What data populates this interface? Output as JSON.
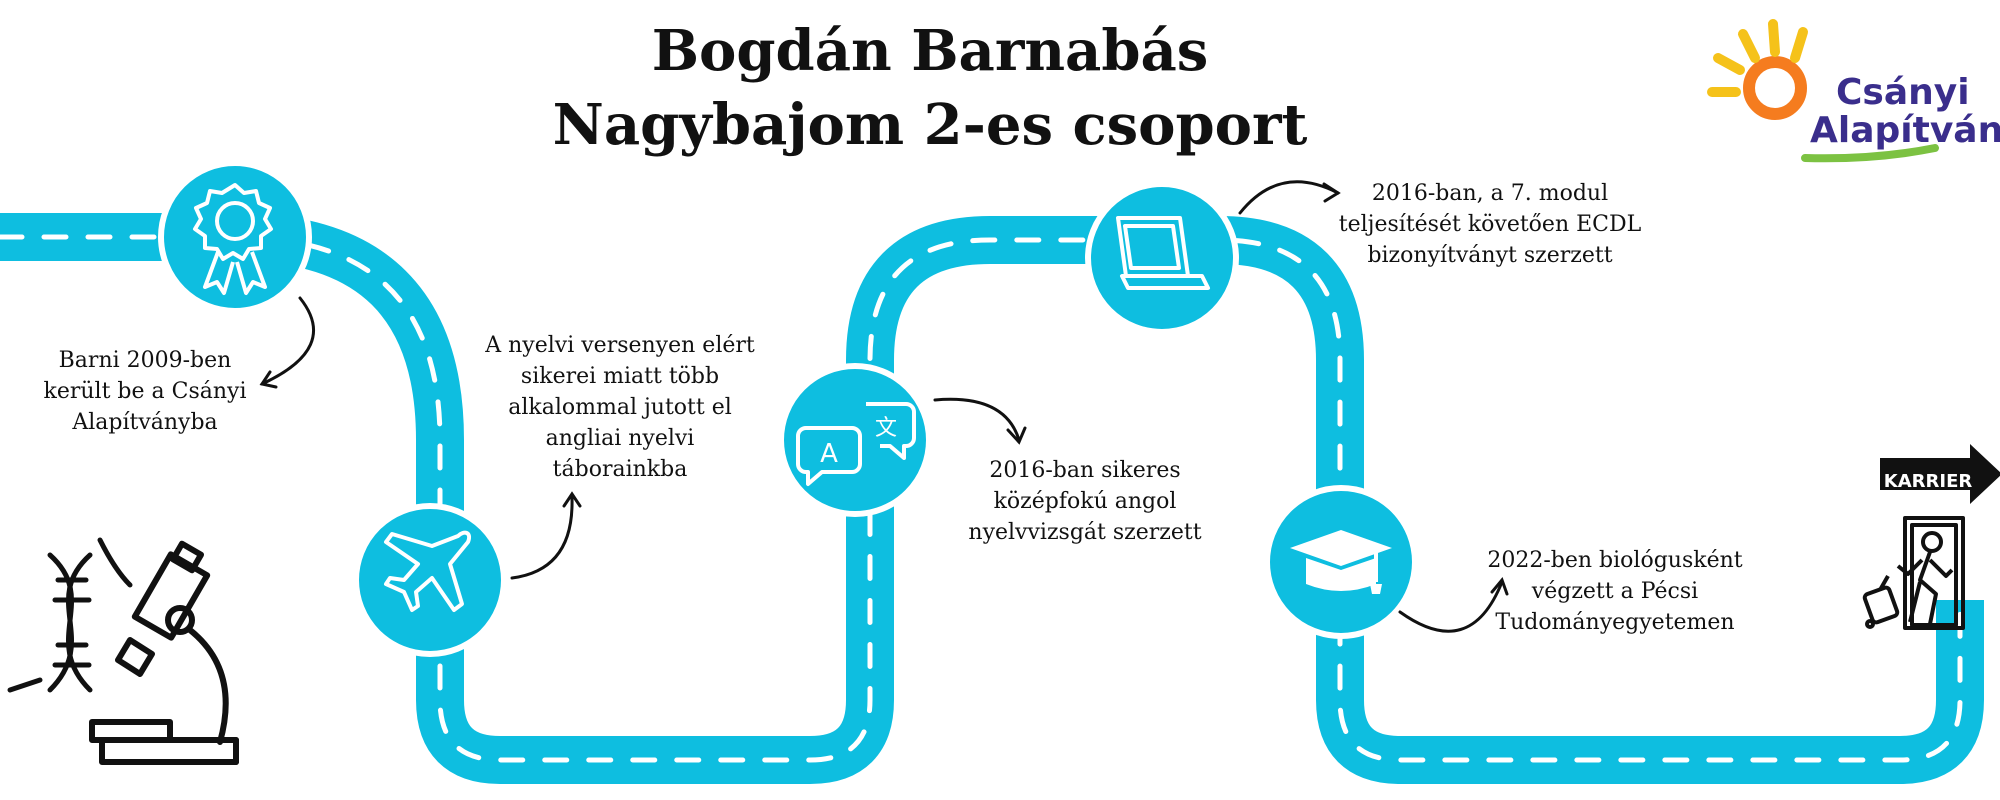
{
  "title": {
    "line1": "Bogdán Barnabás",
    "line2": "Nagybajom 2-es csoport"
  },
  "logo": {
    "line1": "Csányi",
    "line2": "Alapítvány"
  },
  "milestones": [
    {
      "icon": "award-ribbon-icon",
      "text_lines": [
        "Barni 2009-ben",
        "került be a Csányi",
        "Alapítványba"
      ]
    },
    {
      "icon": "airplane-icon",
      "text_lines": [
        "A nyelvi versenyen elért",
        "sikerei miatt több",
        "alkalommal jutott el",
        "angliai nyelvi",
        "táborainkba"
      ]
    },
    {
      "icon": "translate-icon",
      "text_lines": [
        "2016-ban sikeres",
        "középfokú angol",
        "nyelvvizsgát szerzett"
      ]
    },
    {
      "icon": "laptop-icon",
      "text_lines": [
        "2016-ban, a 7. modul",
        "teljesítését követően ECDL",
        "bizonyítványt szerzett"
      ]
    },
    {
      "icon": "graduation-cap-icon",
      "text_lines": [
        "2022-ben biológusként",
        "végzett a Pécsi",
        "Tudományegyetemen"
      ]
    }
  ],
  "karrier_label": "KARRIER",
  "colors": {
    "road": "#0ebee0",
    "road_circle_border": "#ffffff",
    "dash": "#ffffff",
    "text": "#111111",
    "logo_purple": "#3a2e8c",
    "logo_orange": "#f57c1f",
    "logo_yellow": "#f5c21a",
    "logo_green": "#7cc242"
  },
  "decor_icons": [
    "dna-icon",
    "microscope-icon",
    "exit-door-traveler-icon"
  ]
}
